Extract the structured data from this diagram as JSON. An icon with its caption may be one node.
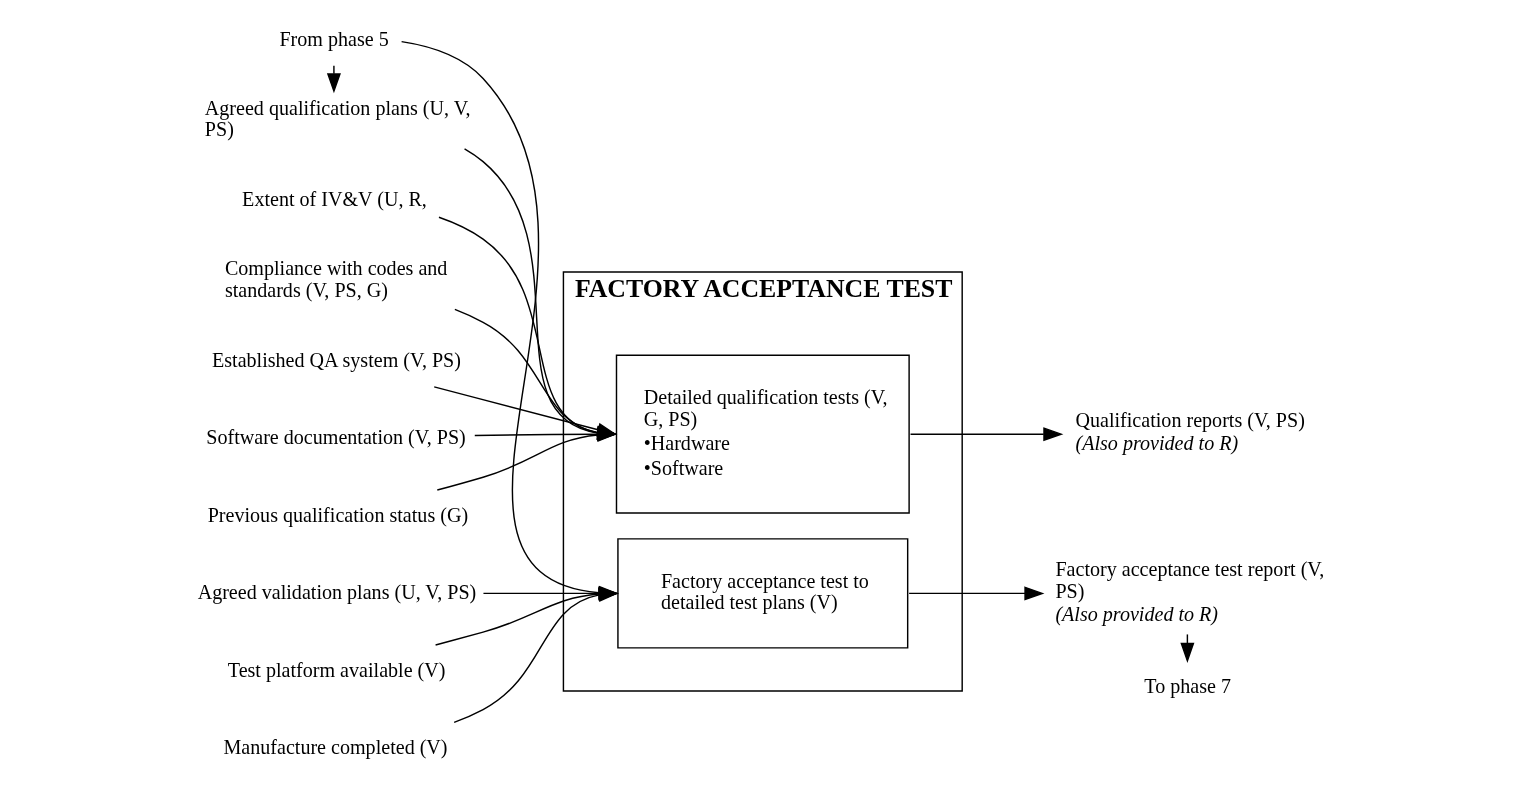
{
  "diagram": {
    "nodes": [
      {
        "text": [
          "From phase 5"
        ]
      },
      {
        "text": [
          "Agreed qualification plans (U, V, PS)"
        ]
      },
      {
        "text": [
          "Extent of IV&V (U, R,"
        ]
      },
      {
        "text": [
          "Compliance with codes and standards (V, PS, G)"
        ]
      },
      {
        "text": [
          "Established QA system (V, PS)"
        ]
      },
      {
        "text": [
          "Software documentation (V, PS)"
        ]
      },
      {
        "text": [
          "Previous qualification status (G)"
        ]
      },
      {
        "text": [
          "Agreed validation plans (U, V, PS)"
        ]
      },
      {
        "text": [
          "Test platform available (V)"
        ]
      },
      {
        "text": [
          "Manufacture completed (V)"
        ]
      },
      {
        "text": [
          "FACTORY ACCEPTANCE TEST"
        ]
      },
      {
        "text": [
          "Detailed qualification tests (V, G, PS)",
          "•Hardware",
          "•Software"
        ],
        "in": 10
      },
      {
        "text": [
          "Factory acceptance test to detailed test plans (V)"
        ],
        "in": 10
      },
      {
        "text": [
          "Qualification reports (V, PS)",
          "(Also provided to R)"
        ]
      },
      {
        "text": [
          "Factory acceptance test report (V, PS)",
          "(Also provided to R)"
        ]
      },
      {
        "text": [
          "To phase 7"
        ]
      }
    ],
    "edges": [
      {
        "from": 0,
        "to": 1,
        "arrow": "to"
      },
      {
        "from": 0,
        "to": 12,
        "arrow": "to"
      },
      {
        "from": 1,
        "to": 11,
        "arrow": "to"
      },
      {
        "from": 2,
        "to": 11,
        "arrow": "to"
      },
      {
        "from": 3,
        "to": 11,
        "arrow": "to"
      },
      {
        "from": 4,
        "to": 11,
        "arrow": "to"
      },
      {
        "from": 5,
        "to": 11,
        "arrow": "to"
      },
      {
        "from": 6,
        "to": 11,
        "arrow": "to"
      },
      {
        "from": 7,
        "to": 12,
        "arrow": "to"
      },
      {
        "from": 8,
        "to": 12,
        "arrow": "to"
      },
      {
        "from": 9,
        "to": 12,
        "arrow": "to"
      },
      {
        "from": 11,
        "to": 13,
        "arrow": "to"
      },
      {
        "from": 12,
        "to": 14,
        "arrow": "to"
      },
      {
        "from": 14,
        "to": 15,
        "arrow": "to"
      }
    ]
  }
}
